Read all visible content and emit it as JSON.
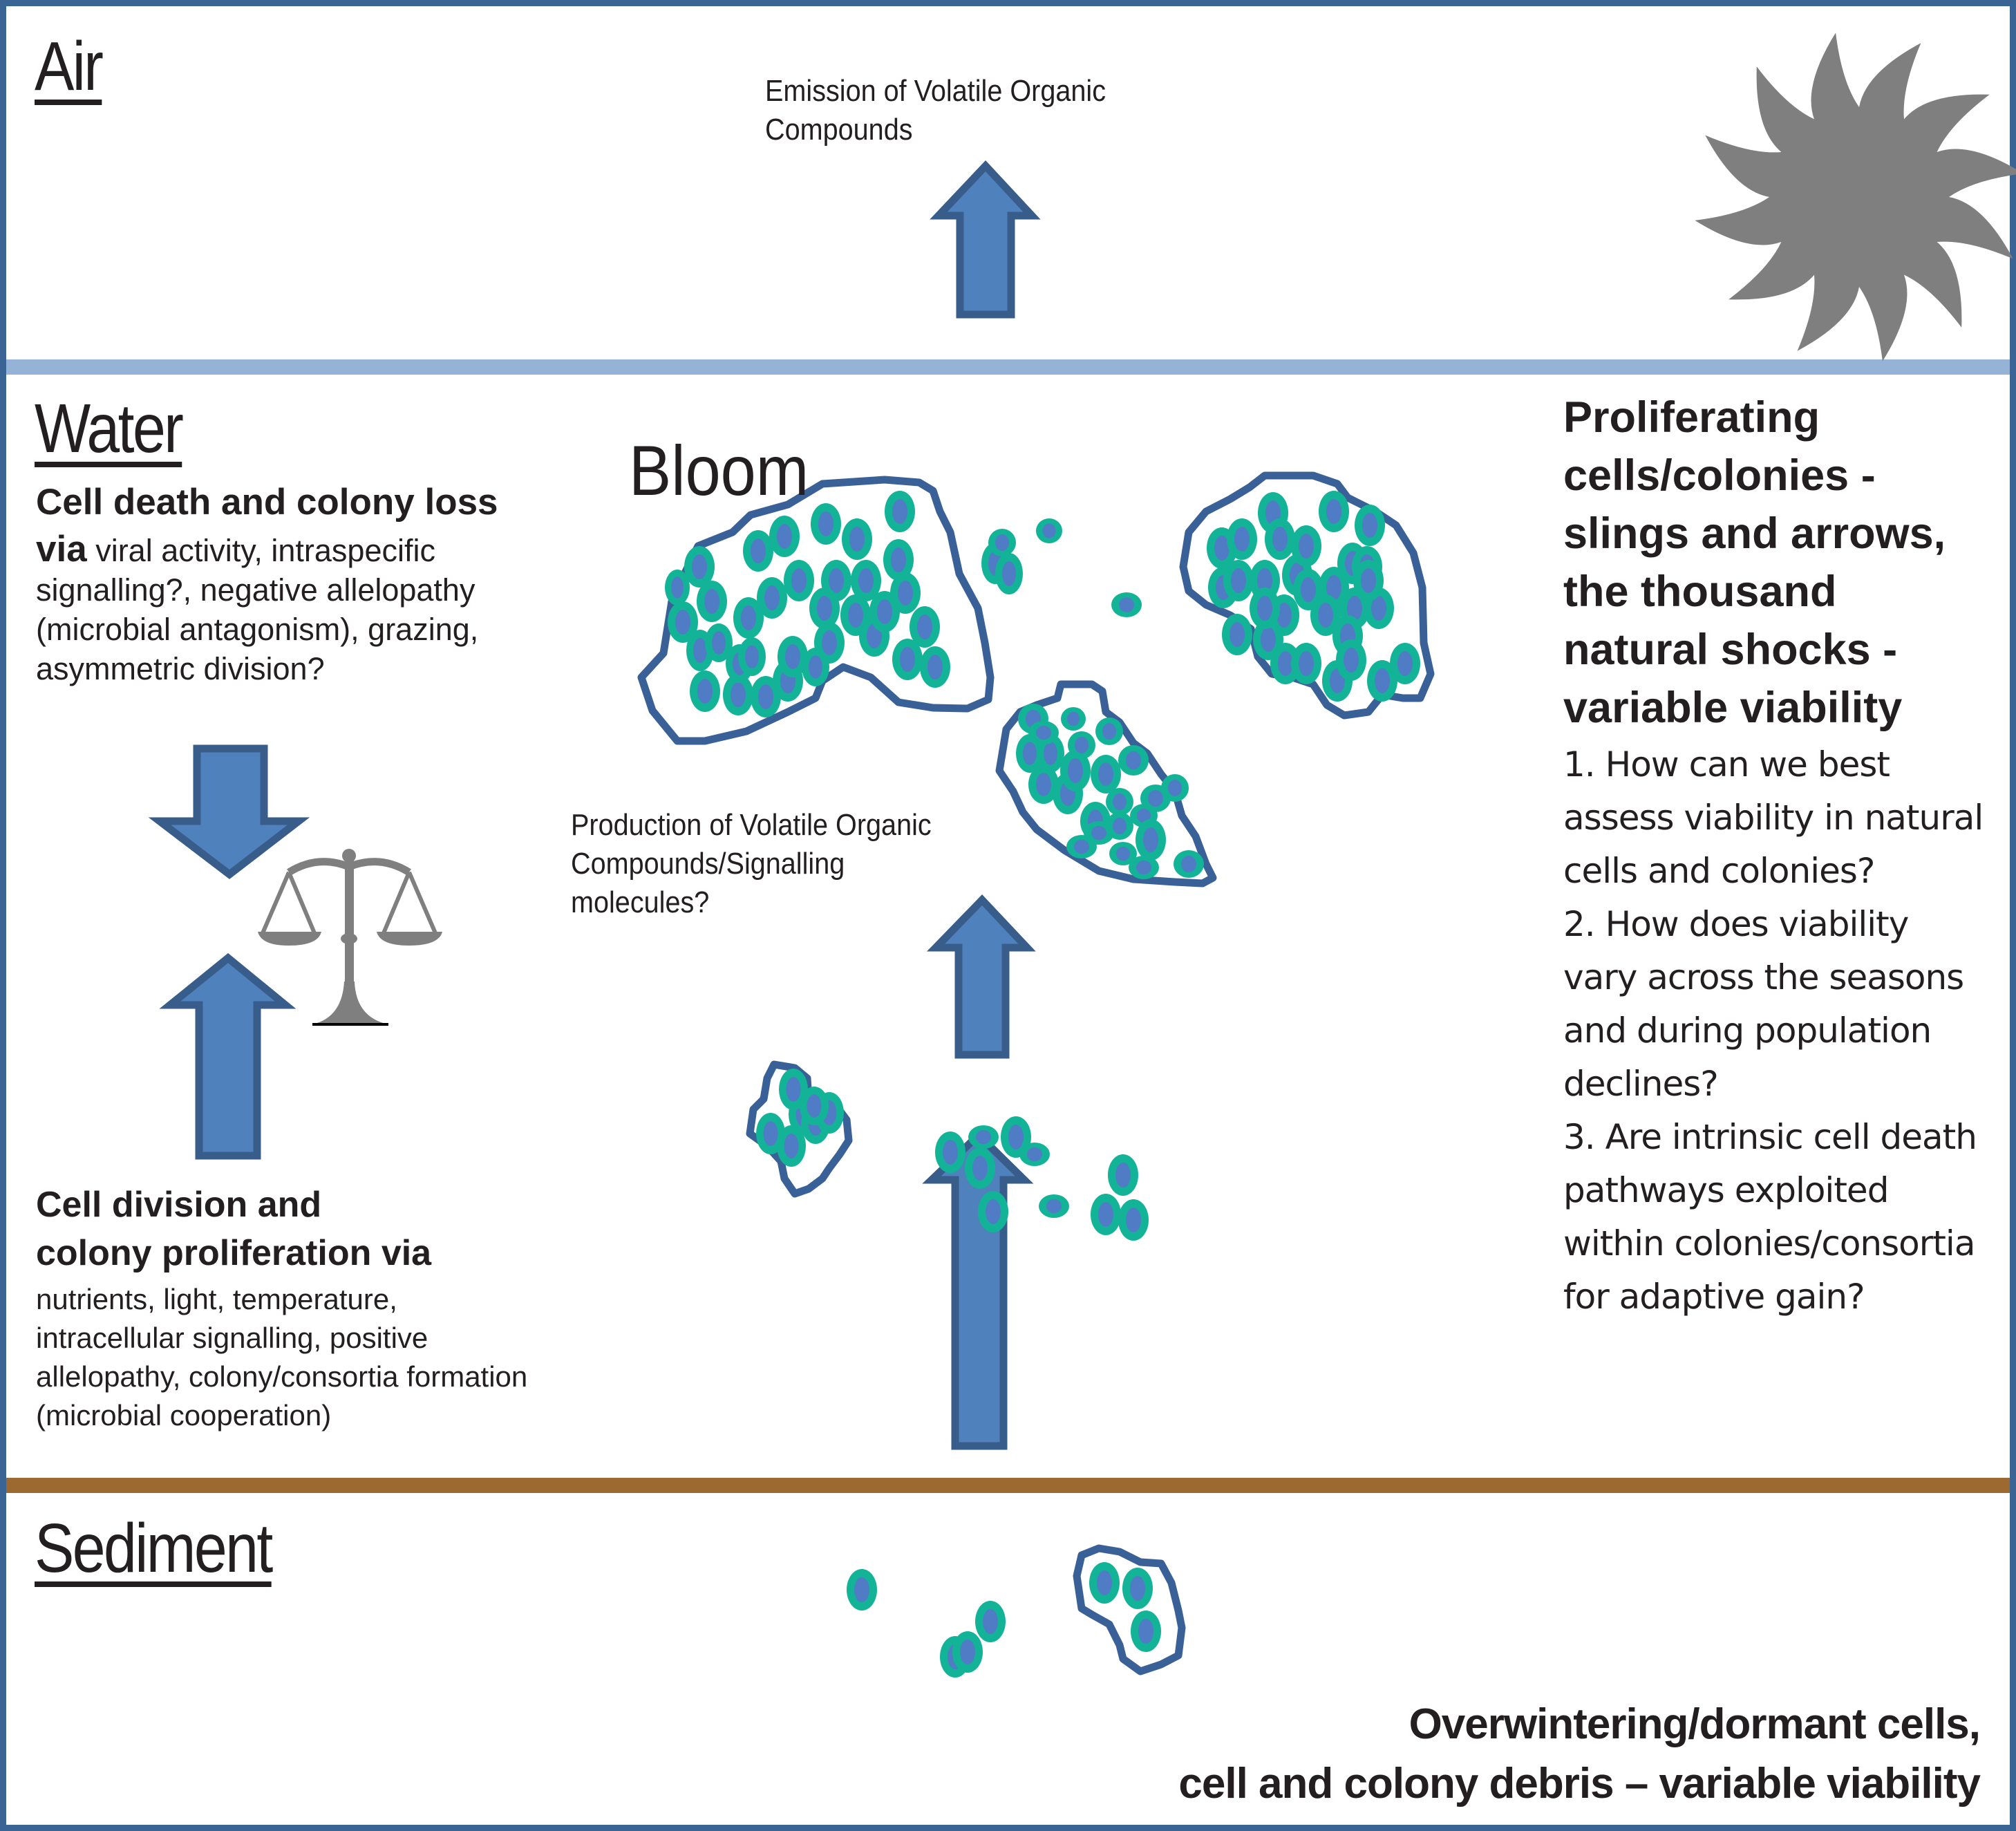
{
  "zones": {
    "air": {
      "title": "Air"
    },
    "water": {
      "title": "Water"
    },
    "sediment": {
      "title": "Sediment"
    }
  },
  "air": {
    "emission_label_line1": "Emission of Volatile Organic",
    "emission_label_line2": "Compounds",
    "sun_icon": "sun-icon"
  },
  "water": {
    "bloom_title": "Bloom",
    "death": {
      "heading": "Cell death and colony loss",
      "via": "via",
      "body": " viral activity, intraspecific signalling?, negative allelopathy (microbial antagonism), grazing, asymmetric division?"
    },
    "division": {
      "heading_line1": "Cell division and",
      "heading_line2": "colony proliferation via",
      "body": "nutrients, light, temperature, intracellular signalling, positive allelopathy, colony/consortia formation (microbial cooperation)"
    },
    "production_label_line1": "Production of Volatile Organic",
    "production_label_line2": "Compounds/Signalling",
    "production_label_line3": "molecules?",
    "balance_icon": "scales-icon",
    "proliferating": {
      "heading": "Proliferating cells/colonies - slings and arrows, the thousand natural shocks - variable viability",
      "questions": [
        "1. How can we best assess viability in natural cells and colonies?",
        "2. How does viability vary across the seasons and during population declines?",
        "3. Are intrinsic cell death pathways exploited within colonies/consortia for adaptive gain?"
      ]
    }
  },
  "sediment": {
    "overwinter_line1": "Overwintering/dormant cells,",
    "overwinter_line2": "cell and colony debris – variable viability"
  },
  "colors": {
    "frame": "#3a6494",
    "water_line": "#95b3d7",
    "sediment_line": "#9c6a31",
    "arrow_fill": "#4f81bd",
    "arrow_stroke": "#385d8a",
    "cell_outer": "#13b397",
    "cell_inner": "#4f7cc4",
    "colony_outline": "#3a6197",
    "sun": "#7f7f7f",
    "scales": "#7f7f7f"
  }
}
